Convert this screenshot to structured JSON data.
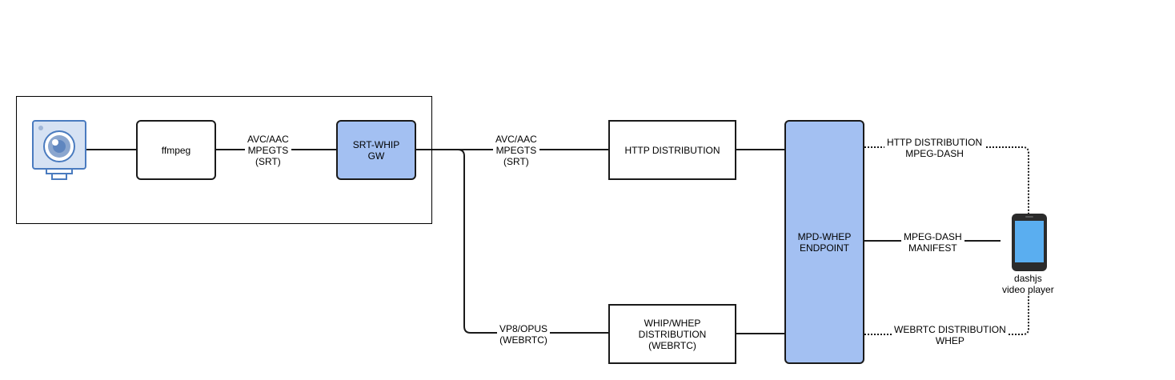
{
  "nodes": {
    "camera": {
      "icon": "camera-icon",
      "color": "#4a7bbf"
    },
    "ffmpeg": {
      "label": "ffmpeg"
    },
    "srt_whip_gw": {
      "lines": [
        "SRT-WHIP",
        "GW"
      ]
    },
    "http_distribution": {
      "label": "HTTP DISTRIBUTION"
    },
    "whip_whep_distribution": {
      "lines": [
        "WHIP/WHEP",
        "DISTRIBUTION",
        "(WEBRTC)"
      ]
    },
    "mpd_whep_endpoint": {
      "lines": [
        "MPD-WHEP",
        "ENDPOINT"
      ]
    },
    "player": {
      "icon": "smartphone-icon",
      "lines": [
        "dashjs",
        "video player"
      ]
    }
  },
  "edges": {
    "ffmpeg_to_gw": [
      "AVC/AAC",
      "MPEGTS",
      "(SRT)"
    ],
    "gw_to_http": [
      "AVC/AAC",
      "MPEGTS",
      "(SRT)"
    ],
    "gw_to_whip": [
      "VP8/OPUS",
      "(WEBRTC)"
    ],
    "http_dist_to_player": [
      "HTTP DISTRIBUTION",
      "MPEG-DASH"
    ],
    "manifest_to_player": [
      "MPEG-DASH",
      "MANIFEST"
    ],
    "webrtc_dist_to_player": [
      "WEBRTC DISTRIBUTION",
      "WHEP"
    ]
  },
  "colors": {
    "highlight_fill": "#a3c0f2",
    "stroke": "#1a1a1a",
    "phone_body": "#2b2b2b",
    "phone_screen": "#5aaef0"
  }
}
